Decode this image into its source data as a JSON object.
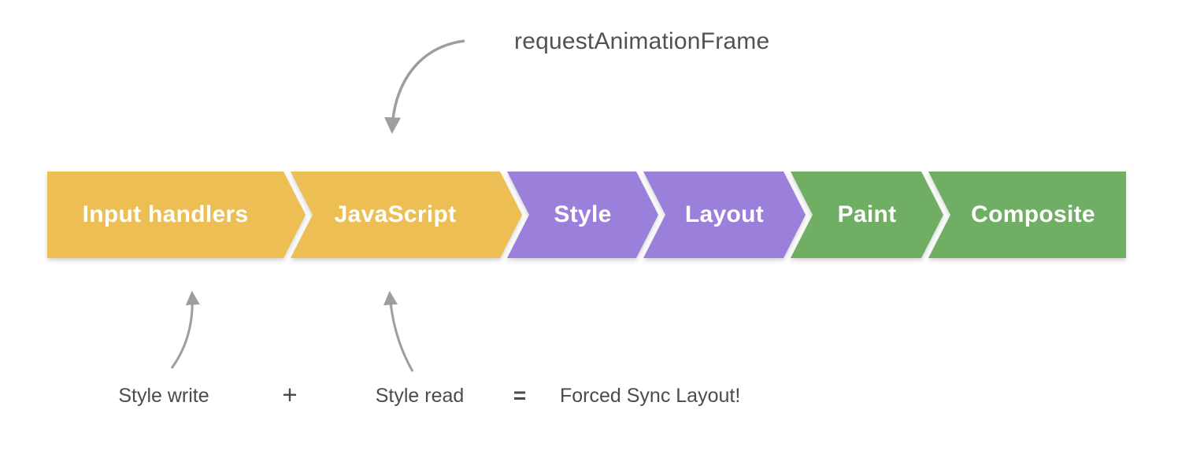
{
  "raf": {
    "label": "requestAnimationFrame"
  },
  "pipeline": {
    "segments": [
      {
        "id": "input-handlers",
        "label": "Input handlers",
        "color": "#ECBE53"
      },
      {
        "id": "javascript",
        "label": "JavaScript",
        "color": "#ECBE53"
      },
      {
        "id": "style",
        "label": "Style",
        "color": "#9B80DB"
      },
      {
        "id": "layout",
        "label": "Layout",
        "color": "#9B80DB"
      },
      {
        "id": "paint",
        "label": "Paint",
        "color": "#70AE64"
      },
      {
        "id": "composite",
        "label": "Composite",
        "color": "#70AE64"
      }
    ],
    "label_color": "#FFFFFF"
  },
  "equation": {
    "term1": "Style write",
    "operator": "+",
    "term2": "Style read",
    "equals_sign": "=",
    "result": "Forced Sync Layout!"
  },
  "colors": {
    "annotation_arrow": "#9E9E9E",
    "annotation_text": "#515256",
    "equation_text": "#4A4B4D",
    "background": "#FFFFFF"
  }
}
